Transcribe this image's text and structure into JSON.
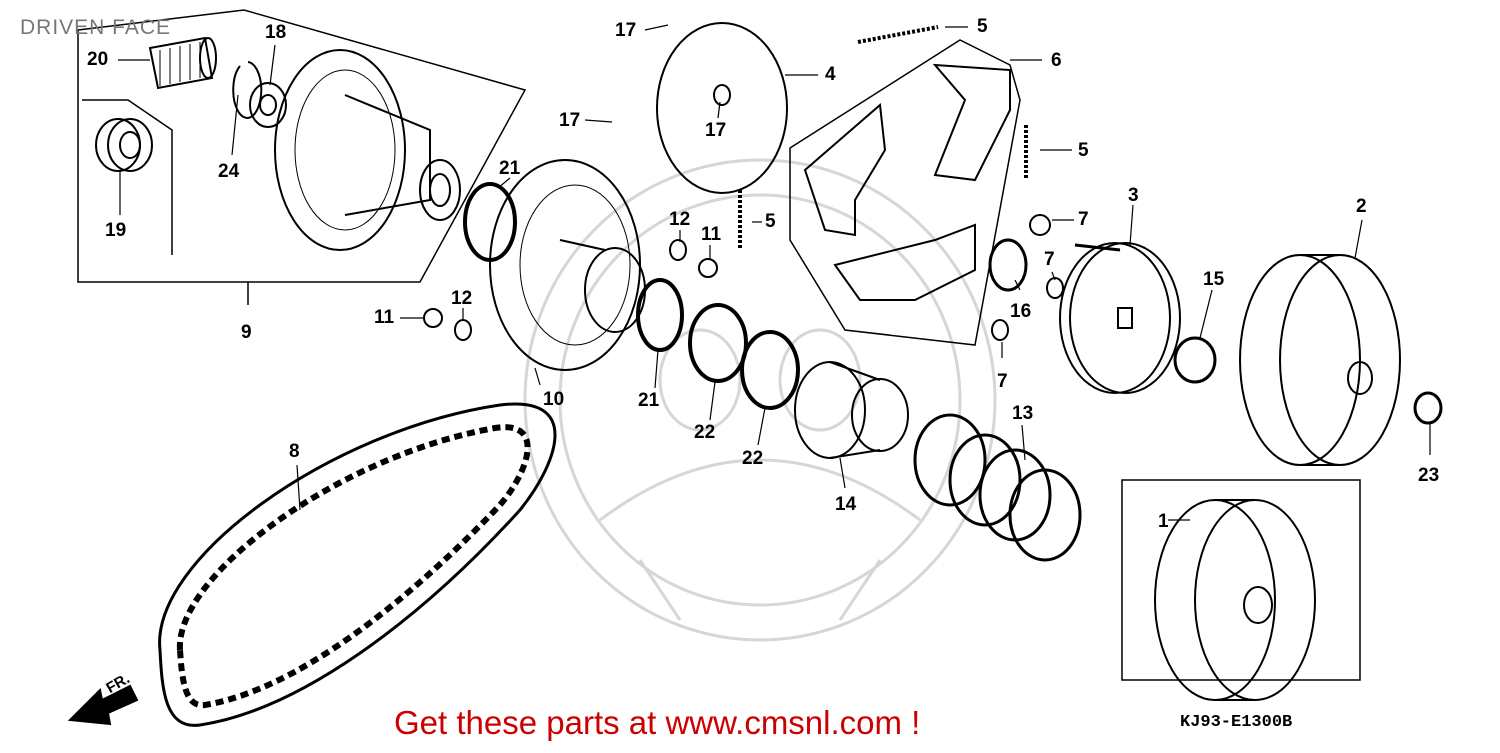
{
  "title": "DRIVEN FACE",
  "cta": "Get these parts at www.cmsnl.com !",
  "diagram_code": "KJ93-E1300B",
  "direction_label": "FR.",
  "colors": {
    "cta": "#cc0000",
    "watermark": "#d6d6d6",
    "title": "#777777",
    "line": "#000000"
  },
  "labels": [
    "1",
    "2",
    "3",
    "4",
    "5",
    "5",
    "5",
    "6",
    "7",
    "7",
    "7",
    "8",
    "9",
    "10",
    "11",
    "11",
    "12",
    "12",
    "13",
    "14",
    "15",
    "16",
    "17",
    "17",
    "17",
    "18",
    "19",
    "20",
    "21",
    "21",
    "22",
    "22",
    "23",
    "24"
  ]
}
